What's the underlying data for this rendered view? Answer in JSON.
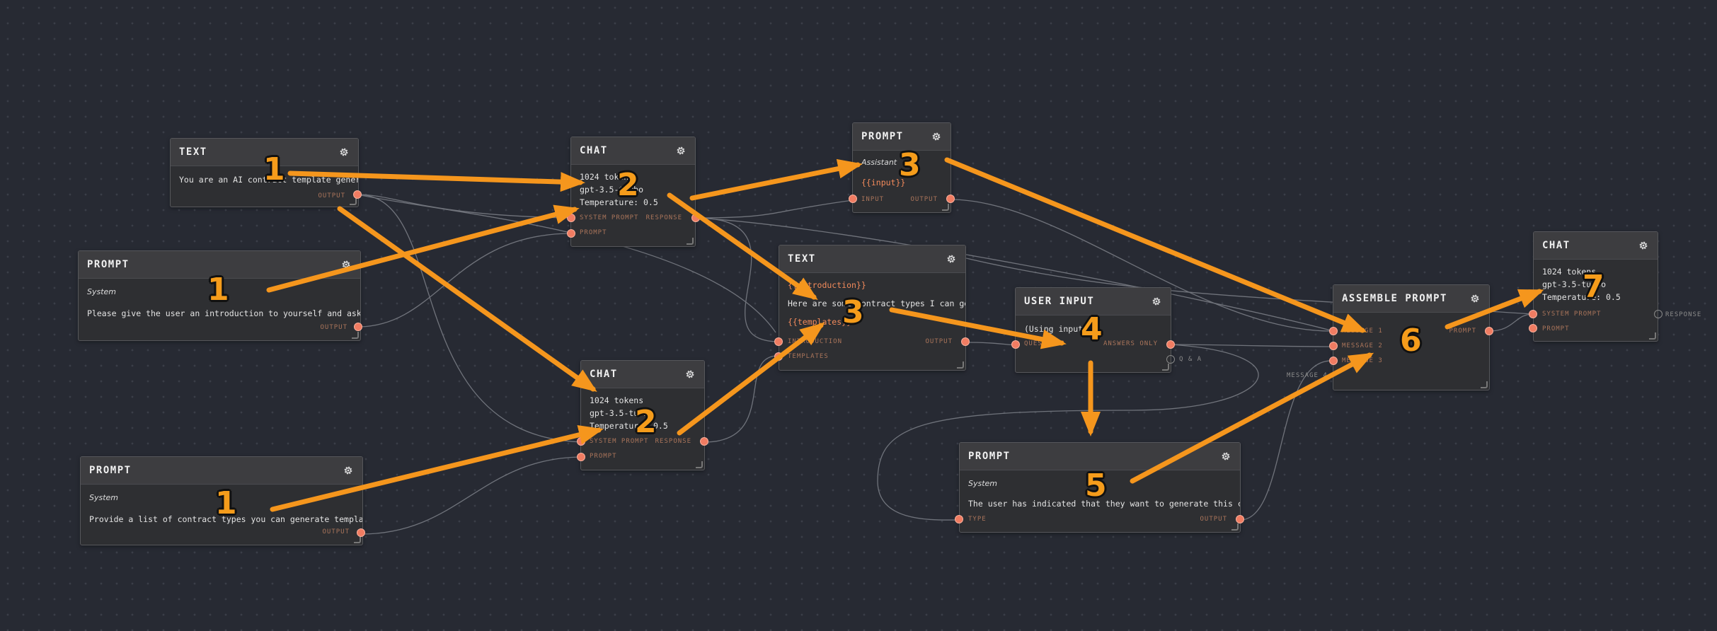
{
  "nodes": {
    "text1": {
      "title": "TEXT",
      "content": "You are an AI contract template generator",
      "out": "OUTPUT"
    },
    "prompt_a": {
      "title": "PROMPT",
      "role": "System",
      "content": "Please give the user an introduction to yourself and ask what",
      "out": "OUTPUT"
    },
    "prompt_b": {
      "title": "PROMPT",
      "role": "System",
      "content": "Provide a list of contract types you can generate templates for",
      "out": "OUTPUT"
    },
    "chat1": {
      "title": "CHAT",
      "line1": "1024 tokens",
      "line2": "gpt-3.5-turbo",
      "line3": "Temperature: 0.5",
      "in1": "SYSTEM PROMPT",
      "in2": "PROMPT",
      "out": "RESPONSE"
    },
    "chat2": {
      "title": "CHAT",
      "line1": "1024 tokens",
      "line2": "gpt-3.5-turbo",
      "line3": "Temperature: 0.5",
      "in1": "SYSTEM PROMPT",
      "in2": "PROMPT",
      "out": "RESPONSE"
    },
    "prompt3": {
      "title": "PROMPT",
      "role": "Assistant",
      "content": "{{input}}",
      "in": "INPUT",
      "out": "OUTPUT"
    },
    "text2": {
      "title": "TEXT",
      "line1": "{{introduction}}",
      "line2": "Here are some contract types I can generate:",
      "line3": "{{templates}}",
      "in1": "INTRODUCTION",
      "in2": "TEMPLATES",
      "out": "OUTPUT"
    },
    "userinput": {
      "title": "USER INPUT",
      "content": "(Using input)",
      "in": "QUESTIONS",
      "out1": "ANSWERS ONLY",
      "out2": "Q & A"
    },
    "prompt5": {
      "title": "PROMPT",
      "role": "System",
      "content": "The user has indicated that they want to generate this contract",
      "in": "TYPE",
      "out": "OUTPUT"
    },
    "assemble": {
      "title": "ASSEMBLE PROMPT",
      "in1": "MESSAGE 1",
      "in2": "MESSAGE 2",
      "in3": "MESSAGE 3",
      "ext": "MESSAGE 4",
      "out": "PROMPT"
    },
    "chat3": {
      "title": "CHAT",
      "line1": "1024 tokens",
      "line2": "gpt-3.5-turbo",
      "line3": "Temperature: 0.5",
      "in1": "SYSTEM PROMPT",
      "in2": "PROMPT",
      "out": "RESPONSE"
    }
  },
  "badges": [
    "1",
    "1",
    "1",
    "2",
    "2",
    "3",
    "3",
    "4",
    "5",
    "6",
    "7"
  ],
  "colors": {
    "background": "#272a33",
    "node": "#2e2f32",
    "port": "#f07c62",
    "arrow": "#f5961d",
    "wire": "#7d8088"
  },
  "icons": {
    "settings": "gear-icon"
  }
}
